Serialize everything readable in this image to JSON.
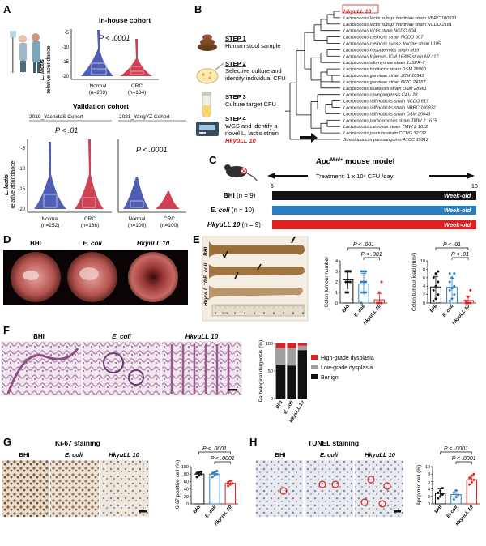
{
  "panels": {
    "A": {
      "letter": "A",
      "inhouse_title": "In-house cohort",
      "inhouse_p": "P < .0001",
      "validation_title": "Validation cohort",
      "yachida_title": "2019_YachidaS Cohort",
      "yang_title": "2021_YangYZ Cohort",
      "yachida_p": "P < .01",
      "yang_p": "P < .0001",
      "ylabel_top": "L. lactis",
      "ylabel_bottom": "relative abundance",
      "top_ticks": [
        "-5",
        "-10",
        "-15",
        "-20"
      ],
      "bottom_ticks": [
        "-5",
        "-10",
        "-15",
        "-20"
      ],
      "inhouse_groups": [
        {
          "name": "Normal",
          "n": "(n=203)"
        },
        {
          "name": "CRC",
          "n": "(n=184)"
        }
      ],
      "yachida_groups": [
        {
          "name": "Normal",
          "n": "(n=252)"
        },
        {
          "name": "CRC",
          "n": "(n=186)"
        }
      ],
      "yang_groups": [
        {
          "name": "Normal",
          "n": "(n=100)"
        },
        {
          "name": "CRC",
          "n": "(n=100)"
        }
      ]
    },
    "B": {
      "letter": "B",
      "steps": [
        {
          "title": "STEP 1",
          "desc": [
            "Human stool sample"
          ]
        },
        {
          "title": "STEP 2",
          "desc": [
            "Selective culture and",
            "identify individual CFU"
          ]
        },
        {
          "title": "STEP 3",
          "desc": [
            "Culture target CFU"
          ]
        },
        {
          "title": "STEP 4",
          "desc": [
            "WGS and identify a",
            "novel L. lactis strain"
          ],
          "highlight": "HkyuLL 10"
        }
      ],
      "tree_leaves": [
        "HkyuLL 10",
        "Lactococcus lactis subsp. hordniae strain NBRC 100931",
        "Lactococcus lactis subsp. hordniae strain NCDO 2181",
        "Lactococcus lactis strain NCDO 604",
        "Lactococcus cremoris strain NCDO 607",
        "Lactococcus cremoris subsp. tructae strain L105",
        "Lactococcus nasutitermitis strain M19",
        "Lactococcus fujiensis JCM 16395 strain NJ 317",
        "Lactococcus allomyrinae strain 1JSPR-7",
        "Lactococcus hircilactis strain DSM 28960",
        "Lactococcus garvieae strain JCM 10343",
        "Lactococcus garvieae strain NIZO 2415T",
        "Lactococcus laudensis strain DSM 28961",
        "Lactococcus chungangensis CAU 28",
        "Lactococcus raffinolactis strain NCDO 617",
        "Lactococcus raffinolactis strain NBRC 100932",
        "Lactococcus raffinolactis strain DSM 20443",
        "Lactococcus paracarnosus strain TMW 2.1615",
        "Lactococcus carnosus strain TMW 2.1612",
        "Lactococcus piscium strain CCUG 32732",
        "Streptococcus parasanguinis ATCC 15912"
      ]
    },
    "C": {
      "letter": "C",
      "title_pre": "Apc",
      "title_sup": "Min/+",
      "title_post": " mouse model",
      "treatment": "Treatment: 1 x 10⁹ CFU /day",
      "start": "6",
      "end": "18",
      "bar_label": "Week-old",
      "groups": [
        {
          "name": "BHI",
          "n": "(n = 9)",
          "color": "#111111"
        },
        {
          "name": "E. coli",
          "n": "(n = 10)",
          "color": "#2a7fc1"
        },
        {
          "name": "HkyuLL 10",
          "n": "(n = 9)",
          "color": "#e0201f"
        }
      ]
    },
    "D": {
      "letter": "D",
      "labels": [
        "BHI",
        "E. coli",
        "HkyuLL 10"
      ]
    },
    "E": {
      "letter": "E",
      "colon_labels": [
        "BHI",
        "E. coli",
        "HkyuLL 10"
      ],
      "ruler_ticks": [
        "0",
        "1cm",
        "2",
        "3",
        "4",
        "5",
        "6",
        "7",
        "8",
        "9"
      ],
      "p1": "P < .001",
      "p2": "P < .001",
      "p3": "P < .01",
      "p4": "P < .01"
    },
    "F": {
      "letter": "F",
      "labels": [
        "BHI",
        "E. coli",
        "HkyuLL 10"
      ],
      "legend": [
        "High-grade dysplasia",
        "Low-grade dysplasia",
        "Benign"
      ],
      "colors": {
        "high": "#e0201f",
        "low": "#a0a0a0",
        "benign": "#111111"
      }
    },
    "G": {
      "letter": "G",
      "title": "Ki-67 staining",
      "labels": [
        "BHI",
        "E. coli",
        "HkyuLL 10"
      ],
      "p1": "P < .0001",
      "p2": "P < .0001"
    },
    "H": {
      "letter": "H",
      "title": "TUNEL staining",
      "labels": [
        "BHI",
        "E. coli",
        "HkyuLL 10"
      ],
      "p1": "P < .0001",
      "p2": "P < .0001"
    }
  },
  "chart_data": [
    {
      "id": "E-tumour-number",
      "type": "bar",
      "categories": [
        "BHI",
        "E. coli",
        "HkyuLL 10"
      ],
      "values": [
        2.2,
        1.8,
        0.3
      ],
      "errors": [
        0.9,
        1.0,
        0.6
      ],
      "ylabel": "Colon tumour number",
      "ylim": [
        0,
        4
      ],
      "yticks": [
        0,
        1,
        2,
        3,
        4
      ],
      "colors": [
        "#111111",
        "#2a7fc1",
        "#e0201f"
      ],
      "points": [
        [
          1,
          1,
          2,
          2,
          2,
          3,
          3,
          3,
          3
        ],
        [
          0,
          1,
          1,
          1,
          2,
          2,
          2,
          3,
          3,
          3
        ],
        [
          0,
          0,
          0,
          0,
          0,
          0,
          0,
          1,
          2
        ]
      ]
    },
    {
      "id": "E-tumour-load",
      "type": "bar",
      "categories": [
        "BHI",
        "E. coli",
        "HkyuLL 10"
      ],
      "values": [
        3.8,
        3.7,
        0.6
      ],
      "errors": [
        2.5,
        2.2,
        1.0
      ],
      "ylabel": "Colon tumour load (mm²)",
      "ylim": [
        0,
        10
      ],
      "yticks": [
        0,
        2,
        4,
        6,
        8,
        10
      ],
      "colors": [
        "#111111",
        "#2a7fc1",
        "#e0201f"
      ],
      "points": [
        [
          0.5,
          1,
          2,
          3,
          4,
          5,
          6,
          7,
          7.5
        ],
        [
          0.5,
          1,
          2,
          3,
          3.5,
          4,
          5,
          6,
          7,
          7
        ],
        [
          0,
          0,
          0,
          0,
          0,
          0,
          0.5,
          1.5,
          3
        ]
      ]
    },
    {
      "id": "F-pathology",
      "type": "bar",
      "stacked": true,
      "categories": [
        "BHI",
        "E. coli",
        "HkyuLL 10"
      ],
      "series": [
        {
          "name": "Benign",
          "values": [
            62,
            60,
            88
          ]
        },
        {
          "name": "Low-grade dysplasia",
          "values": [
            30,
            32,
            8
          ]
        },
        {
          "name": "High-grade dysplasia",
          "values": [
            8,
            8,
            4
          ]
        }
      ],
      "ylabel": "Pathological diagnosis (%)",
      "ylim": [
        0,
        100
      ],
      "yticks": [
        0,
        50,
        100
      ]
    },
    {
      "id": "G-ki67",
      "type": "bar",
      "categories": [
        "BHI",
        "E. coli",
        "HkyuLL 10"
      ],
      "values": [
        80,
        80,
        55
      ],
      "errors": [
        6,
        6,
        6
      ],
      "ylabel": "Ki-67 positive cell (%)",
      "ylim": [
        0,
        100
      ],
      "yticks": [
        0,
        20,
        40,
        60,
        80,
        100
      ],
      "colors": [
        "#111111",
        "#2a7fc1",
        "#e0201f"
      ],
      "points": [
        [
          72,
          76,
          80,
          82,
          84,
          86
        ],
        [
          72,
          76,
          80,
          82,
          84,
          88
        ],
        [
          48,
          52,
          55,
          58,
          62
        ]
      ]
    },
    {
      "id": "H-tunel",
      "type": "bar",
      "categories": [
        "BHI",
        "E. coli",
        "HkyuLL 10"
      ],
      "values": [
        2.8,
        2.5,
        6.5
      ],
      "errors": [
        1.2,
        1.0,
        1.0
      ],
      "ylabel": "Apoptotic cell (%)",
      "ylim": [
        0,
        10
      ],
      "yticks": [
        0,
        2,
        4,
        6,
        8,
        10
      ],
      "colors": [
        "#111111",
        "#2a7fc1",
        "#e0201f"
      ],
      "points": [
        [
          1.5,
          2,
          2.5,
          3,
          3.5,
          4.2
        ],
        [
          1.2,
          1.8,
          2.4,
          3,
          3.6
        ],
        [
          5.2,
          5.8,
          6.4,
          7,
          7.6,
          8
        ]
      ]
    }
  ]
}
